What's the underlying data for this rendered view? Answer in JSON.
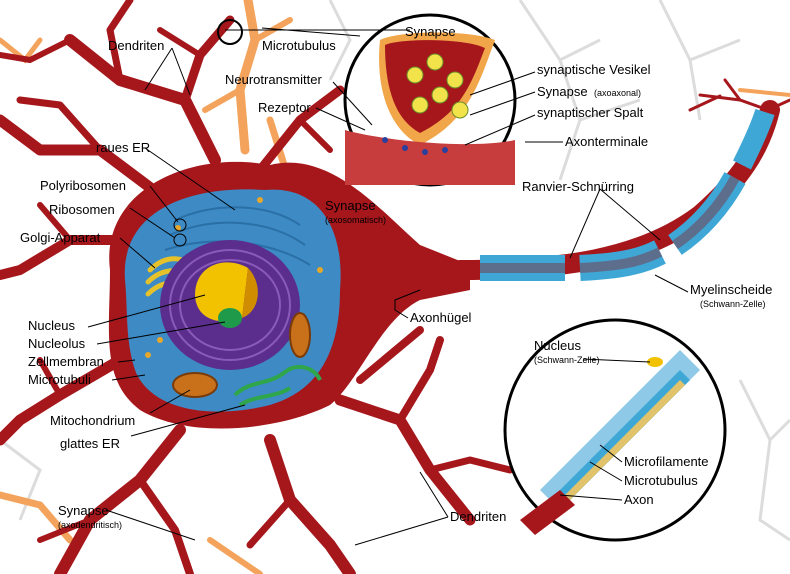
{
  "labels": {
    "dendriten_top": "Dendriten",
    "microtubulus_top": "Microtubulus",
    "synapse_top": "Synapse",
    "neurotransmitter": "Neurotransmitter",
    "rezeptor": "Rezeptor",
    "synaptische_vesikel": "synaptische Vesikel",
    "synapse_axo": "Synapse",
    "synapse_axo_sub": "(axoaxonal)",
    "synaptischer_spalt": "synaptischer Spalt",
    "axonterminale": "Axonterminale",
    "raues_er": "raues ER",
    "polyribosomen": "Polyribosomen",
    "ribosomen": "Ribosomen",
    "golgi": "Golgi-Apparat",
    "synapse_soma": "Synapse",
    "synapse_soma_sub": "(axosomatisch)",
    "ranvier": "Ranvier-Schnürring",
    "myelinscheide": "Myelinscheide",
    "myelinscheide_sub": "(Schwann-Zelle)",
    "axonhuegel": "Axonhügel",
    "nucleus": "Nucleus",
    "nucleolus": "Nucleolus",
    "zellmembran": "Zellmembran",
    "microtubuli": "Microtubuli",
    "mitochondrium": "Mitochondrium",
    "glattes_er": "glattes ER",
    "nucleus_schwann": "Nucleus",
    "nucleus_schwann_sub": "(Schwann-Zelle)",
    "microfilamente": "Microfilamente",
    "microtubulus_axon": "Microtubulus",
    "axon": "Axon",
    "synapse_dendrit": "Synapse",
    "synapse_dendrit_sub": "(axodendritisch)",
    "dendriten_bottom": "Dendriten"
  },
  "colors": {
    "neuron_red": "#a6171c",
    "soma_blue": "#3d8ac4",
    "nucleus_purple": "#5b2d8c",
    "nucleolus_yellow": "#f2c200",
    "myelin_blue": "#3fa7d6",
    "dendrite_orange": "#f3a35b",
    "background_gray": "#d9d9d9"
  }
}
